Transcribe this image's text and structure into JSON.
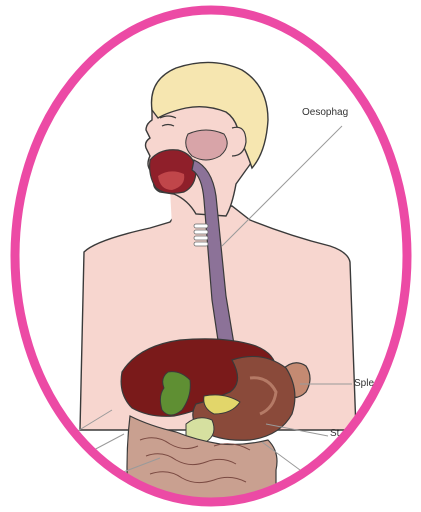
{
  "diagram": {
    "frame_color": "#ec4aa5",
    "labels": {
      "oesophagus": "Oesophag",
      "spleen": "Sple",
      "stomach": "St"
    },
    "colors": {
      "skin": "#f7d6cf",
      "hair": "#f6e6b0",
      "oesophagus": "#8c7298",
      "liver": "#7a1a1a",
      "stomach": "#8a4a3a",
      "spleen": "#c48a72",
      "gallbladder": "#5f8f33",
      "intestine": "#c9a090"
    }
  }
}
